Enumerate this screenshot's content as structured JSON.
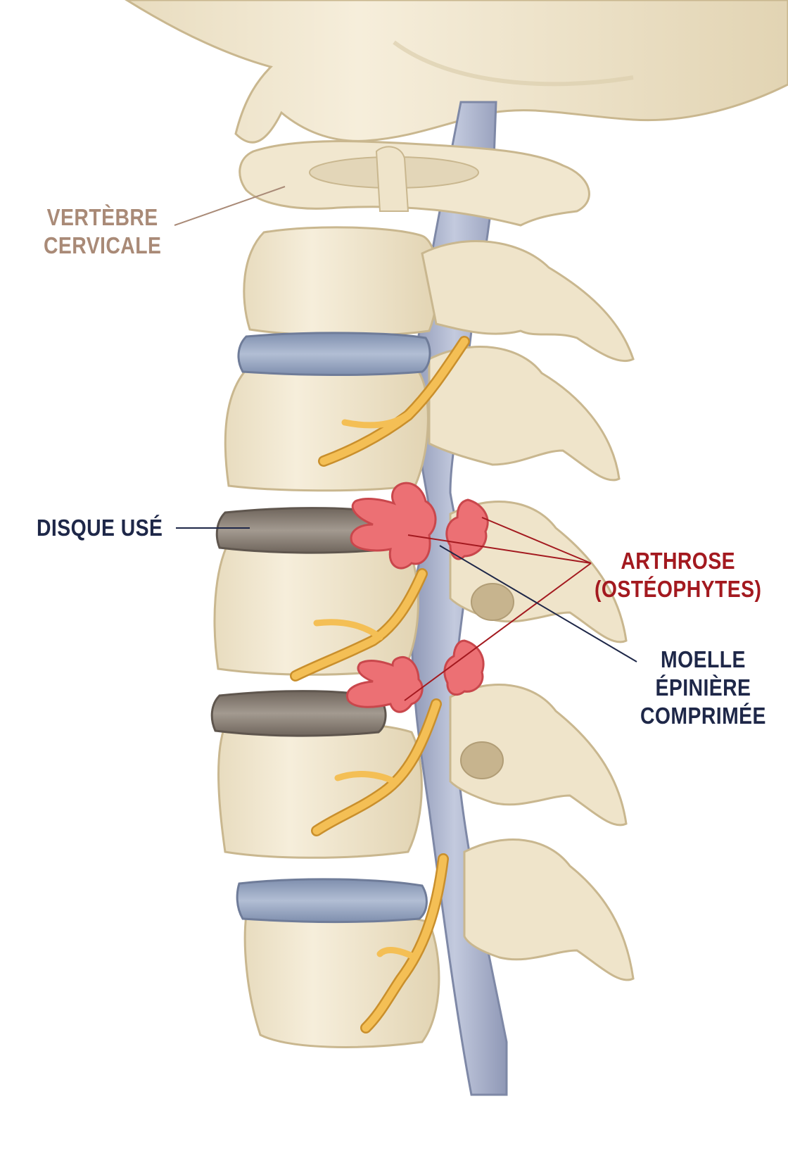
{
  "colors": {
    "bone": "#f1e7cf",
    "bone_shade": "#dccfae",
    "bone_outline": "#c9b78f",
    "healthy_disc": "#93a3bf",
    "worn_disc": "#8a8077",
    "spinal_cord": "#aeb6cf",
    "nerve": "#f2b84b",
    "osteophyte": "#e8666a",
    "label_vertebra": "#a98a77",
    "label_disc": "#1e2748",
    "label_arthrosis": "#a3191f",
    "label_cord": "#1e2748"
  },
  "labels": {
    "vertebra": {
      "line1": "VERTÈBRE",
      "line2": "CERVICALE"
    },
    "worn_disc": {
      "line1": "DISQUE USÉ"
    },
    "arthrosis": {
      "line1": "ARTHROSE",
      "line2": "(OSTÉOPHYTES)"
    },
    "spinal_cord": {
      "line1": "MOELLE",
      "line2": "ÉPINIÈRE",
      "line3": "COMPRIMÉE"
    }
  }
}
